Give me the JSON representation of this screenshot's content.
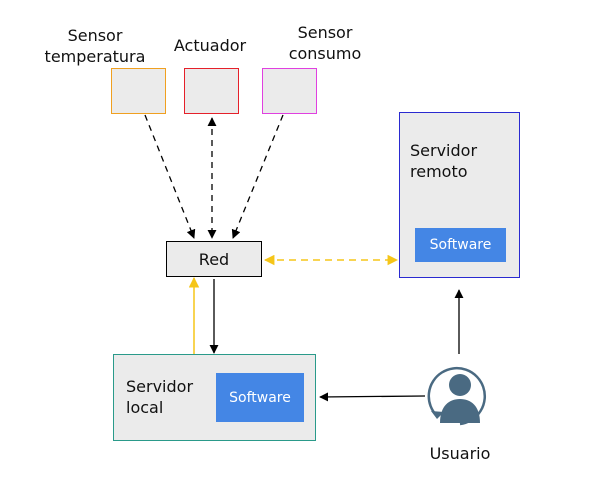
{
  "nodes": {
    "sensor_temperatura": {
      "label_line1": "Sensor",
      "label_line2": "temperatura",
      "border_color": "#f0a020"
    },
    "actuador": {
      "label": "Actuador",
      "border_color": "#e5202a"
    },
    "sensor_consumo": {
      "label_line1": "Sensor",
      "label_line2": "consumo",
      "border_color": "#e040e0"
    },
    "red": {
      "label": "Red"
    },
    "servidor_remoto": {
      "label_line1": "Servidor",
      "label_line2": "remoto",
      "software": "Software",
      "border_color": "#2a2ad0"
    },
    "servidor_local": {
      "label_line1": "Servidor",
      "label_line2": "local",
      "software": "Software",
      "border_color": "#2a9a8a"
    },
    "usuario": {
      "label": "Usuario"
    }
  },
  "colors": {
    "software_fill": "#4486e5",
    "box_fill": "#ebebeb",
    "arrow_black": "#000000",
    "arrow_yellow": "#f5c518",
    "user_icon": "#4a6a82"
  }
}
